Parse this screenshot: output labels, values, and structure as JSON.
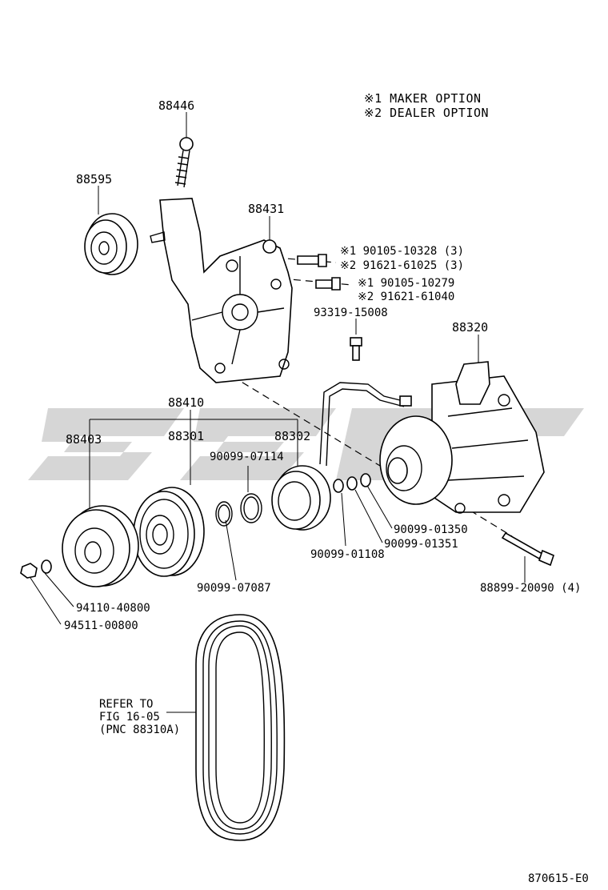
{
  "notes": {
    "maker_option": "※1 MAKER OPTION",
    "dealer_option": "※2 DEALER OPTION"
  },
  "labels": {
    "p88446": "88446",
    "p88595": "88595",
    "p88431": "88431",
    "b1_maker": "※1 90105-10328 (3)",
    "b1_dealer": "※2 91621-61025 (3)",
    "b2_maker": "※1 90105-10279",
    "b2_dealer": "※2 91621-61040",
    "p93319": "93319-15008",
    "p88320": "88320",
    "p88410": "88410",
    "p88403": "88403",
    "p88301": "88301",
    "p88302": "88302",
    "p90099_07114": "90099-07114",
    "p90099_01350": "90099-01350",
    "p90099_01351": "90099-01351",
    "p90099_01108": "90099-01108",
    "p90099_07087": "90099-07087",
    "p94110": "94110-40800",
    "p94511": "94511-00800",
    "p88899": "88899-20090 (4)",
    "refer_1": "REFER TO",
    "refer_2": "FIG 16-05",
    "refer_3": "(PNC 88310A)",
    "fig_code": "870615-E0"
  }
}
